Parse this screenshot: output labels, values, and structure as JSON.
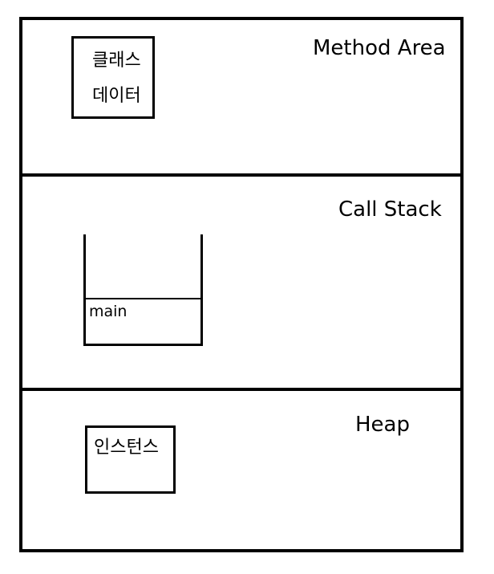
{
  "method_area": {
    "title": "Method Area",
    "class_data": {
      "line1": "클래스",
      "line2": "데이터"
    }
  },
  "call_stack": {
    "title": "Call Stack",
    "frames": [
      "main"
    ]
  },
  "heap": {
    "title": "Heap",
    "instance_label": "인스턴스"
  }
}
